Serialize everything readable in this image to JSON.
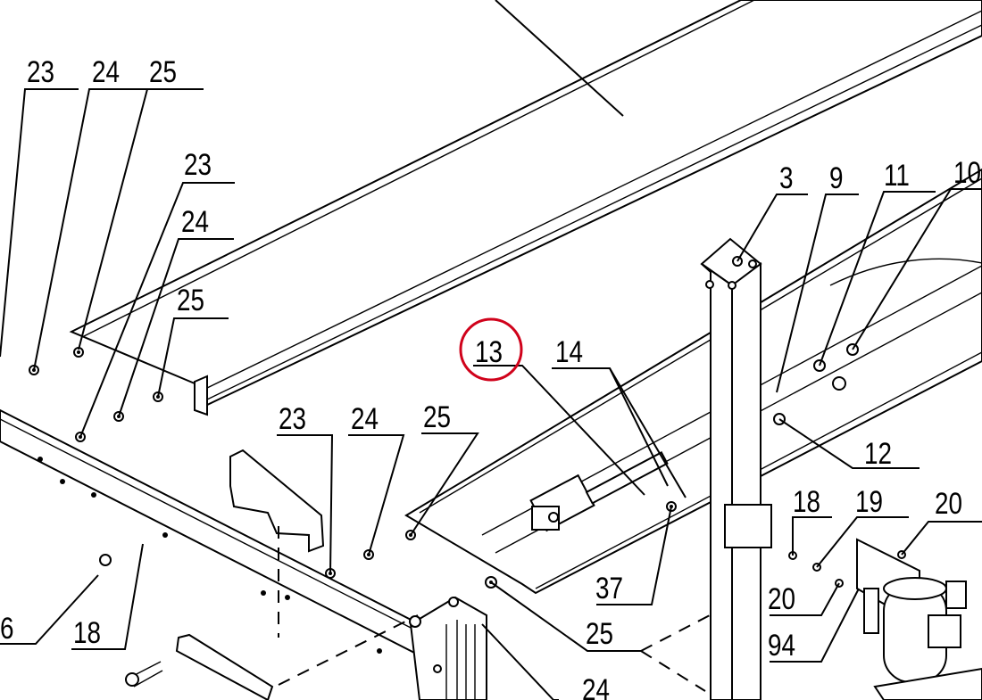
{
  "callouts": [
    {
      "id": "c23a",
      "label": "23"
    },
    {
      "id": "c24a",
      "label": "24"
    },
    {
      "id": "c25a",
      "label": "25"
    },
    {
      "id": "c23b",
      "label": "23"
    },
    {
      "id": "c24b",
      "label": "24"
    },
    {
      "id": "c25b",
      "label": "25"
    },
    {
      "id": "c23c",
      "label": "23"
    },
    {
      "id": "c24c",
      "label": "24"
    },
    {
      "id": "c25c",
      "label": "25"
    },
    {
      "id": "c13",
      "label": "13"
    },
    {
      "id": "c14",
      "label": "14"
    },
    {
      "id": "c3",
      "label": "3"
    },
    {
      "id": "c9",
      "label": "9"
    },
    {
      "id": "c11",
      "label": "11"
    },
    {
      "id": "c10",
      "label": "10"
    },
    {
      "id": "c12",
      "label": "12"
    },
    {
      "id": "c18a",
      "label": "18"
    },
    {
      "id": "c19",
      "label": "19"
    },
    {
      "id": "c20a",
      "label": "20"
    },
    {
      "id": "c20b",
      "label": "20"
    },
    {
      "id": "c94",
      "label": "94"
    },
    {
      "id": "c37",
      "label": "37"
    },
    {
      "id": "c25d",
      "label": "25"
    },
    {
      "id": "c6",
      "label": "6"
    },
    {
      "id": "c18b",
      "label": "18"
    },
    {
      "id": "c24d",
      "label": "24"
    }
  ],
  "highlight": {
    "callout": "13",
    "color": "#d0021b"
  }
}
